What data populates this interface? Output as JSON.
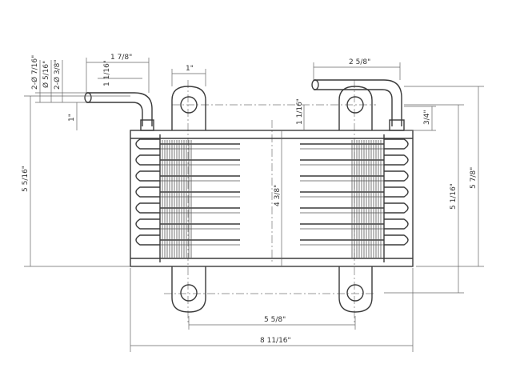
{
  "dimensions": {
    "overall_width": "8 11/16\"",
    "mount_spacing": "5 5/8\"",
    "body_height": "4 3/8\"",
    "left_height": "5 5/16\"",
    "right_height_inner": "5 1/16\"",
    "right_height_outer": "5 7/8\"",
    "right_pipe_spacing": "2 5/8\"",
    "tab_width": "1\"",
    "left_pipe_offset": "1 7/8\"",
    "left_pipe_inner": "1 1/16\"",
    "left_pipe_dia_outer": "2-Ø 7/16\"",
    "left_pipe_dia_inner": "Ø 5/16\"",
    "left_pipe_dia_mid": "2-Ø 3/8\"",
    "left_pipe_drop": "1\"",
    "right_tab_height": "1 1/16\"",
    "right_edge_offset": "3/4\""
  }
}
